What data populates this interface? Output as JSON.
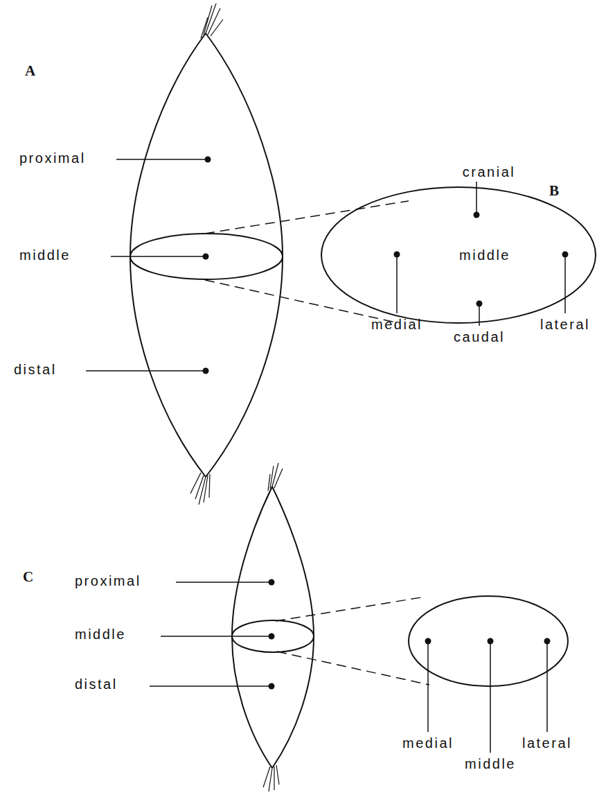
{
  "diagram": {
    "labels": [
      "A",
      "proximal",
      "B",
      "cranial",
      "middle",
      "middle",
      "medial",
      "lateral",
      "caudal",
      "distal",
      "C",
      "proximal",
      "middle",
      "distal",
      "medial",
      "lateral",
      "middle"
    ]
  }
}
